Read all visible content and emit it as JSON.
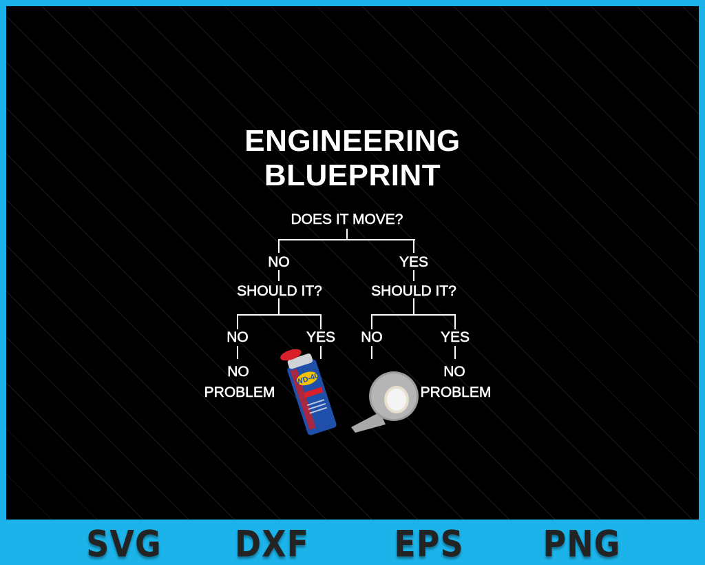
{
  "title": {
    "line1": "ENGINEERING",
    "line2": "BLUEPRINT"
  },
  "root": "DOES IT MOVE?",
  "left": {
    "answer": "NO",
    "question": "SHOULD IT?",
    "no": "NO",
    "yes": "YES",
    "no_result": {
      "line1": "NO",
      "line2": "PROBLEM"
    },
    "yes_result_image": "wd-40-spray-can"
  },
  "right": {
    "answer": "YES",
    "question": "SHOULD IT?",
    "no": "NO",
    "yes": "YES",
    "no_result_image": "duct-tape-roll",
    "yes_result": {
      "line1": "NO",
      "line2": "PROBLEM"
    }
  },
  "can_label": "WD-40",
  "formats": [
    "SVG",
    "DXF",
    "EPS",
    "PNG"
  ],
  "colors": {
    "frame": "#1bb3ea",
    "background": "#000000",
    "text": "#ffffff",
    "format_text": "#232323"
  }
}
